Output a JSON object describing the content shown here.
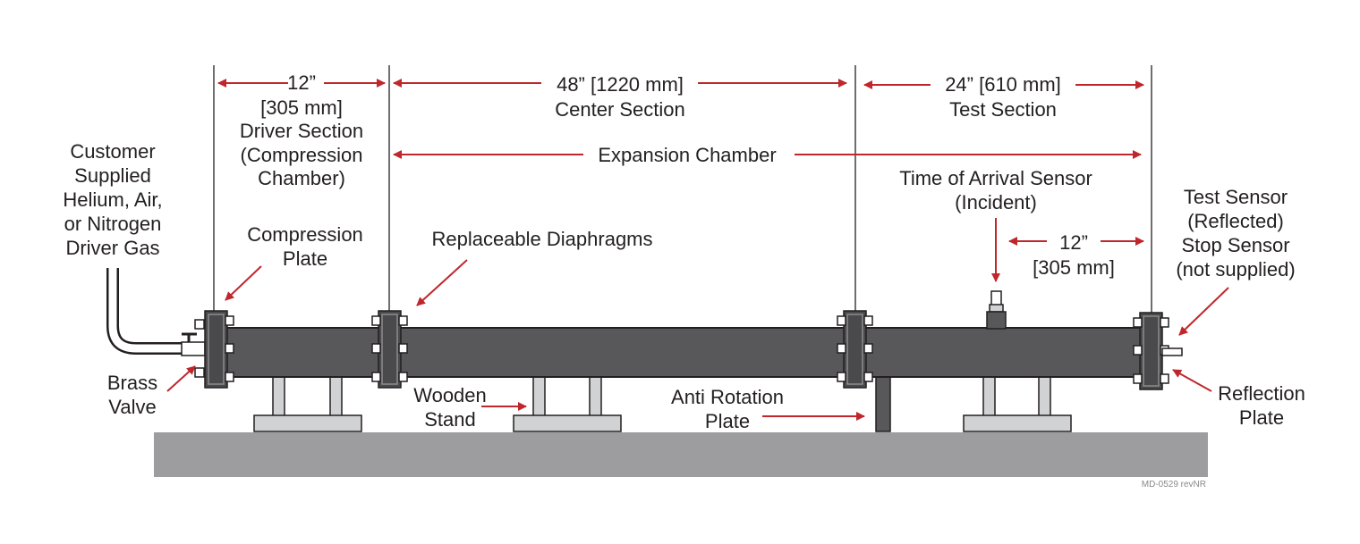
{
  "dimensions": {
    "driver": {
      "length_in": "12”",
      "length_mm": "[305 mm]",
      "name_line1": "Driver Section",
      "name_line2": "(Compression",
      "name_line3": "Chamber)"
    },
    "center": {
      "length": "48” [1220 mm]",
      "name": "Center Section"
    },
    "test": {
      "length": "24” [610 mm]",
      "name": "Test Section"
    },
    "expansion": {
      "name": "Expansion Chamber"
    },
    "sensor_spacing": {
      "length_in": "12”",
      "length_mm": "[305 mm]"
    }
  },
  "labels": {
    "gas": [
      "Customer",
      "Supplied",
      "Helium, Air,",
      "or Nitrogen",
      "Driver Gas"
    ],
    "compression_plate": [
      "Compression",
      "Plate"
    ],
    "diaphragms": "Replaceable Diaphragms",
    "toa_sensor": [
      "Time of Arrival Sensor",
      "(Incident)"
    ],
    "test_sensor": [
      "Test Sensor",
      "(Reflected)",
      "Stop Sensor",
      "(not supplied)"
    ],
    "brass_valve": [
      "Brass",
      "Valve"
    ],
    "wooden_stand": [
      "Wooden",
      "Stand"
    ],
    "anti_rotation": [
      "Anti Rotation",
      "Plate"
    ],
    "reflection_plate": [
      "Reflection",
      "Plate"
    ]
  },
  "drawing_number": "MD-0529 revNR",
  "colors": {
    "arrow": "#c0272d",
    "tube": "#58585a",
    "flange": "#4a4a4c",
    "stand": "#d1d2d4",
    "floor": "#9d9d9f",
    "outline": "#231f20"
  }
}
